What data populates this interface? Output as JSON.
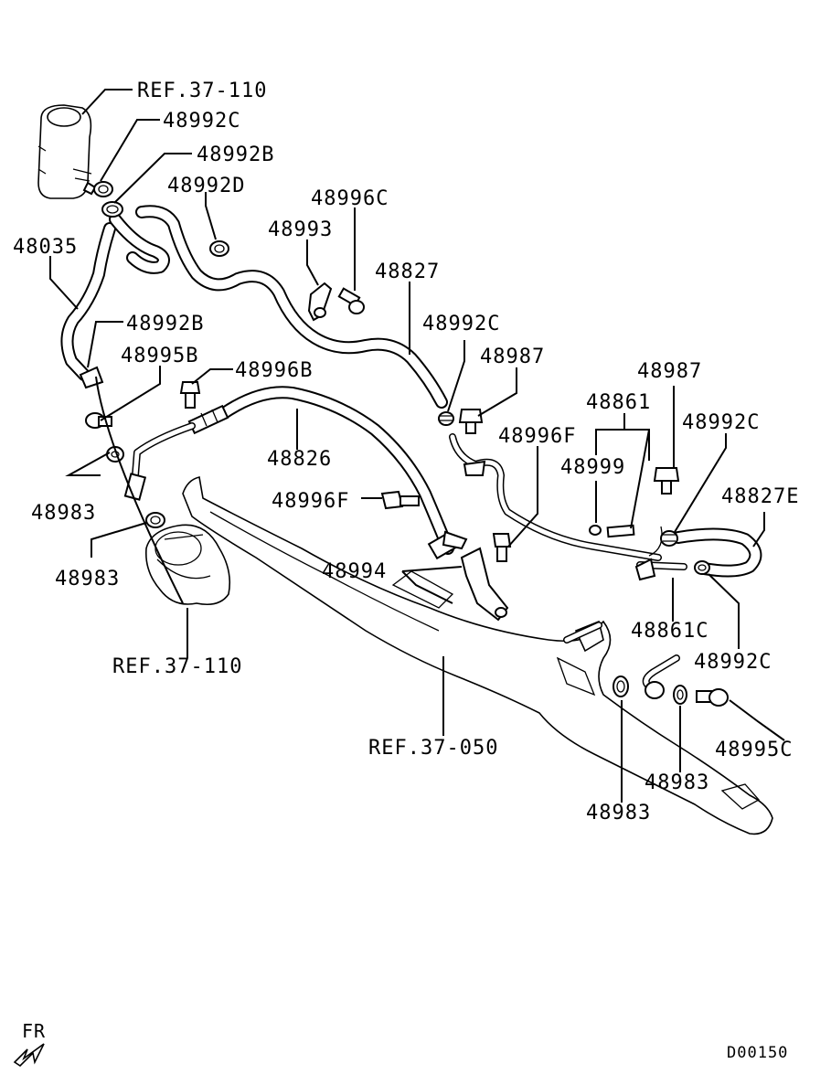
{
  "diagram": {
    "labels": {
      "ref_reservoir": "REF.37-110",
      "clamp_c_top": "48992C",
      "clamp_b_top": "48992B",
      "clamp_d": "48992D",
      "bolt_c": "48996C",
      "bracket_48993": "48993",
      "hose_48827": "48827",
      "hose_48035": "48035",
      "clamp_b_lower": "48992B",
      "clamp_c_mid": "48992C",
      "bolt_48987_a": "48987",
      "bolt_48987_b": "48987",
      "eyebolt_b": "48995B",
      "bolt_b": "48996B",
      "hose_48826": "48826",
      "pipe_48861": "48861",
      "bolt_f_right": "48996F",
      "clamp_c_right": "48992C",
      "oring_48999": "48999",
      "hose_48827e": "48827E",
      "gasket_a": "48983",
      "bolt_f_mid": "48996F",
      "gasket_b": "48983",
      "bracket_48994": "48994",
      "ref_pump": "REF.37-110",
      "pipe_48861c": "48861C",
      "clamp_c_low": "48992C",
      "eyebolt_c": "48995C",
      "ref_gear": "REF.37-050",
      "gasket_c": "48983",
      "gasket_d": "48983",
      "front_marker": "FR",
      "diagram_code": "D00150"
    }
  }
}
